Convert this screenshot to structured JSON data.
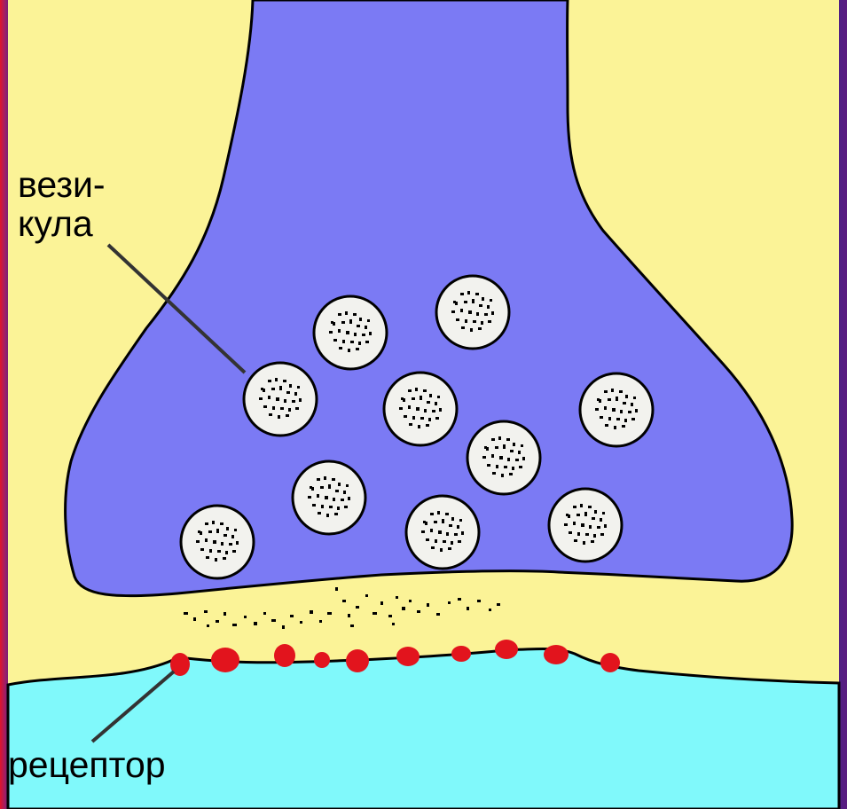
{
  "labels": {
    "vesicle_line1": "вези-",
    "vesicle_line2": "кула",
    "receptor": "рецептор"
  },
  "colors": {
    "background_frame": "#4a1f86",
    "synaptic_cleft": "#fbf397",
    "presynaptic_terminal": "#7b7af4",
    "postsynaptic_cell": "#80f9fb",
    "vesicle_fill": "#f2f2ee",
    "receptor": "#e2141d",
    "outline": "#000000"
  },
  "counts": {
    "vesicles": 10,
    "receptors": 10
  }
}
